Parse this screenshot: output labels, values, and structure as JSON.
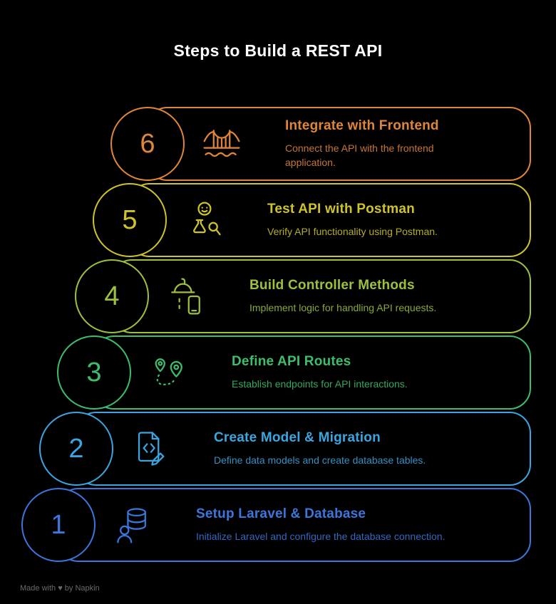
{
  "title": "Steps to Build a REST API",
  "footer": "Made with ♥ by Napkin",
  "steps": [
    {
      "number": "6",
      "title": "Integrate with Frontend",
      "description": "Connect the API with the frontend application.",
      "color": "#E0863A",
      "icon": "frontend-bridge-icon"
    },
    {
      "number": "5",
      "title": "Test API with Postman",
      "description": "Verify API functionality using Postman.",
      "color": "#CFC32B",
      "icon": "postman-tester-icon"
    },
    {
      "number": "4",
      "title": "Build Controller Methods",
      "description": "Implement logic for handling API requests.",
      "color": "#9EC13C",
      "icon": "hardhat-phone-icon"
    },
    {
      "number": "3",
      "title": "Define API Routes",
      "description": "Establish endpoints for API interactions.",
      "color": "#3DBE6C",
      "icon": "map-pins-route-icon"
    },
    {
      "number": "2",
      "title": "Create Model & Migration",
      "description": "Define data models and create database tables.",
      "color": "#3BA5E0",
      "icon": "document-pencil-icon"
    },
    {
      "number": "1",
      "title": "Setup Laravel & Database",
      "description": "Initialize Laravel and configure the database connection.",
      "color": "#3B76DB",
      "icon": "database-user-icon"
    }
  ]
}
